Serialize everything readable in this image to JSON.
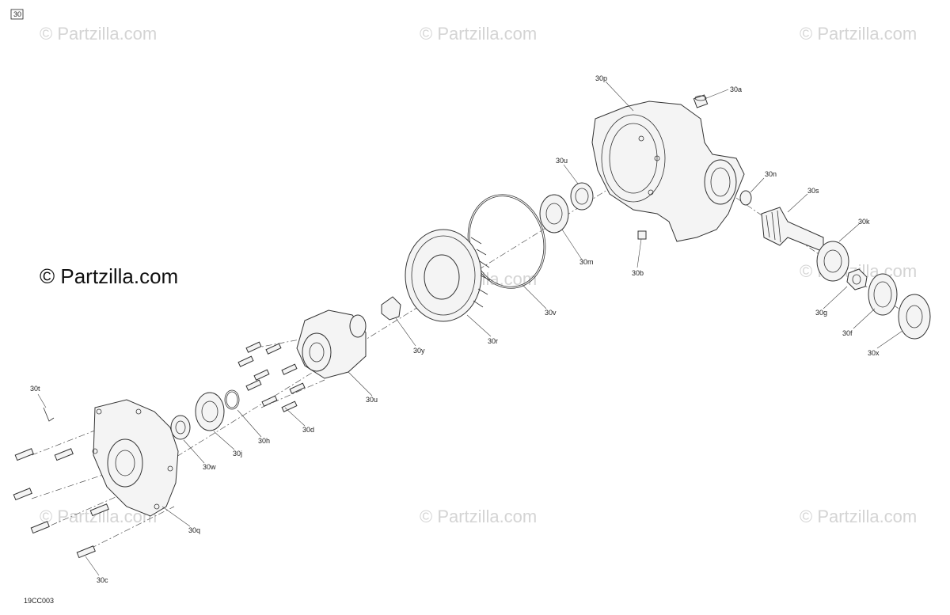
{
  "figure": {
    "number": "30",
    "code": "19CC003"
  },
  "watermarks": {
    "small": "© Partzilla.com",
    "large": "© Partzilla.com"
  },
  "callouts": {
    "p30a": "30a",
    "p30b": "30b",
    "p30c": "30c",
    "p30d": "30d",
    "p30f": "30f",
    "p30g": "30g",
    "p30h": "30h",
    "p30j": "30j",
    "p30k": "30k",
    "p30m": "30m",
    "p30n": "30n",
    "p30p": "30p",
    "p30q": "30q",
    "p30r": "30r",
    "p30s": "30s",
    "p30t": "30t",
    "p30u_top": "30u",
    "p30u_bottom": "30u",
    "p30v": "30v",
    "p30w": "30w",
    "p30x": "30x",
    "p30y": "30y"
  }
}
